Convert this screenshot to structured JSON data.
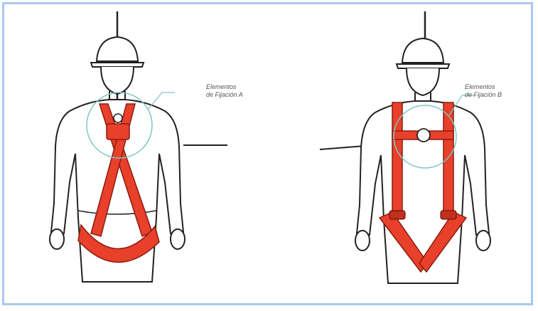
{
  "callout_a": {
    "line1": "Elementos",
    "line2": "de Fijación A"
  },
  "callout_b": {
    "line1": "Elementos",
    "line2": "de Fijación B"
  },
  "colors": {
    "harness": "#e8402a",
    "outline": "#222222",
    "callout": "#7fc7c3",
    "frame": "#a9c8ec"
  }
}
